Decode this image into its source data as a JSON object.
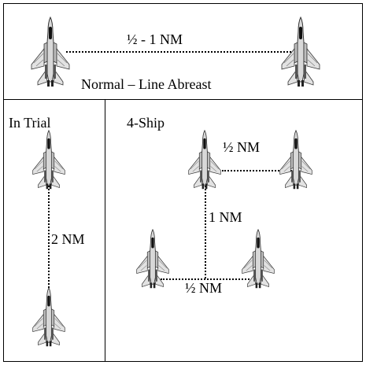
{
  "sections": {
    "top": {
      "caption": "Normal – Line Abreast",
      "distance": "½ - 1 NM"
    },
    "in_trial": {
      "caption": "In Trial",
      "distance": "2 NM"
    },
    "four_ship": {
      "caption": "4-Ship",
      "distance_top": "½ NM",
      "distance_middle": "1 NM",
      "distance_bottom": "½ NM"
    }
  },
  "icons": {
    "aircraft": "fighter-jet-icon"
  },
  "colors": {
    "line": "#000000",
    "aircraft_fill": "#d8d8d8",
    "aircraft_outline": "#333333"
  }
}
